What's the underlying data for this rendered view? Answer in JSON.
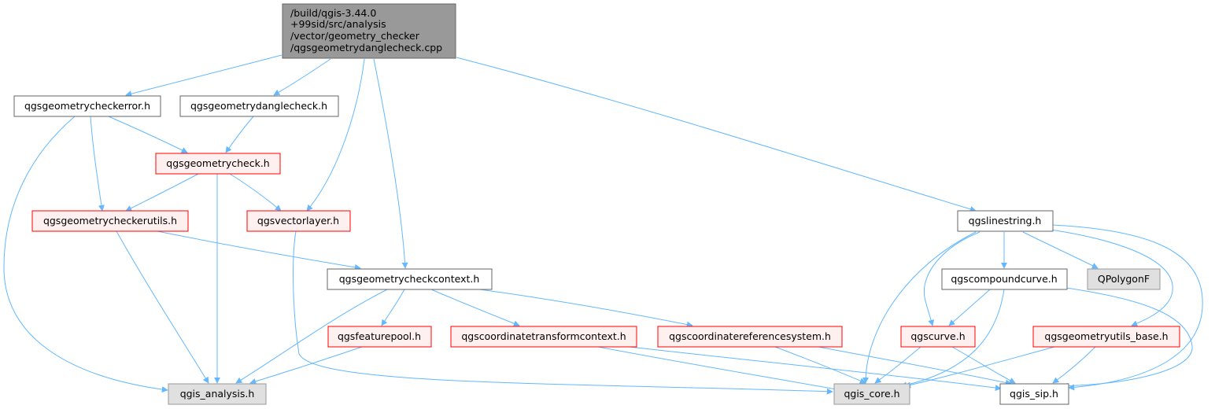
{
  "colors": {
    "edge": "#63b8ff",
    "root_fill": "#999999",
    "root_border": "#666666",
    "plain_fill": "#ffffff",
    "plain_border": "#666666",
    "trunc_fill": "#fff0f0",
    "trunc_border": "#ff0000",
    "external_fill": "#e0e0e0",
    "external_border": "#999999"
  },
  "nodes": {
    "root": {
      "lines": [
        "/build/qgis-3.44.0",
        "+99sid/src/analysis",
        "/vector/geometry_checker",
        "/qgsgeometrydanglecheck.cpp"
      ]
    },
    "error_h": {
      "label": "qgsgeometrycheckerror.h"
    },
    "danglecheck_h": {
      "label": "qgsgeometrydanglecheck.h"
    },
    "check_h": {
      "label": "qgsgeometrycheck.h"
    },
    "checkerutils_h": {
      "label": "qgsgeometrycheckerutils.h"
    },
    "vectorlayer_h": {
      "label": "qgsvectorlayer.h"
    },
    "checkcontext_h": {
      "label": "qgsgeometrycheckcontext.h"
    },
    "featurepool_h": {
      "label": "qgsfeaturepool.h"
    },
    "ctcontext_h": {
      "label": "qgscoordinatetransformcontext.h"
    },
    "crs_h": {
      "label": "qgscoordinatereferencesystem.h"
    },
    "analysis_h": {
      "label": "qgis_analysis.h"
    },
    "core_h": {
      "label": "qgis_core.h"
    },
    "sip_h": {
      "label": "qgis_sip.h"
    },
    "linestring_h": {
      "label": "qgslinestring.h"
    },
    "compoundcurve_h": {
      "label": "qgscompoundcurve.h"
    },
    "qpolygonf": {
      "label": "QPolygonF"
    },
    "curve_h": {
      "label": "qgscurve.h"
    },
    "geomutils_h": {
      "label": "qgsgeometryutils_base.h"
    }
  }
}
